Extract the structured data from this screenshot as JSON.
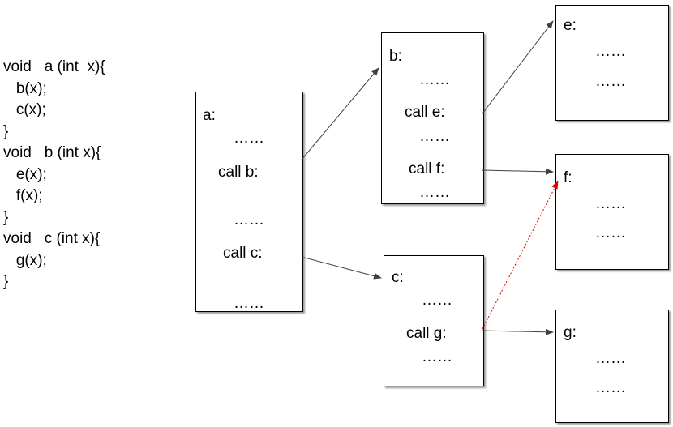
{
  "code": [
    "void   a (int  x){",
    "   b(x);",
    "   c(x);",
    "}",
    "void   b (int x){",
    "   e(x);",
    "   f(x);",
    "}",
    "void   c (int x){",
    "   g(x);",
    "}"
  ],
  "boxes": {
    "a": {
      "label": "a:",
      "dots1": "……",
      "call_b": "call b:",
      "dots2": "……",
      "call_c": "call c:",
      "dots3": "……"
    },
    "b": {
      "label": "b:",
      "dots1": "……",
      "call_e": "call e:",
      "dots2": "……",
      "call_f": "call f:",
      "dots3": "……"
    },
    "c": {
      "label": "c:",
      "dots1": "……",
      "call_g": "call g:",
      "dots2": "……"
    },
    "e": {
      "label": "e:",
      "dots1": "……",
      "dots2": "……"
    },
    "f": {
      "label": "f:",
      "dots1": "……",
      "dots2": "……"
    },
    "g": {
      "label": "g:",
      "dots1": "……",
      "dots2": "……"
    }
  },
  "colors": {
    "arrow": "#404040",
    "highlight_arrow": "#e00000"
  }
}
